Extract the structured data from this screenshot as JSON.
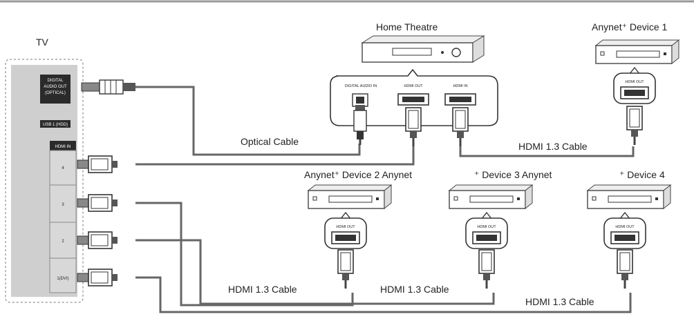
{
  "tv": {
    "label": "TV",
    "digital_audio_out": [
      "DIGITAL",
      "AUDIO OUT",
      "(OPTICAL)"
    ],
    "usb_label": "USB 1 (HDD)",
    "hdmi_in_label": "HDMI IN",
    "ports": [
      "4",
      "3",
      "2",
      "1(DVI)"
    ]
  },
  "home_theatre": {
    "label": "Home Theatre",
    "ports": [
      "DIGITAL AUDIO IN",
      "HDMI OUT",
      "HDMI IN"
    ]
  },
  "devices": [
    {
      "label": "Anynet⁺ Device 1",
      "port": "HDMI OUT"
    },
    {
      "label": "Anynet⁺ Device 2 Anynet",
      "port": "HDMI OUT"
    },
    {
      "label": "⁺ Device 3 Anynet",
      "port": "HDMI OUT"
    },
    {
      "label": "⁺ Device 4",
      "port": "HDMI OUT"
    }
  ],
  "cables": {
    "optical": "Optical Cable",
    "hdmi_1": "HDMI 1.3 Cable",
    "hdmi_2": "HDMI 1.3 Cable",
    "hdmi_3": "HDMI 1.3 Cable",
    "hdmi_4": "HDMI 1.3 Cable"
  }
}
